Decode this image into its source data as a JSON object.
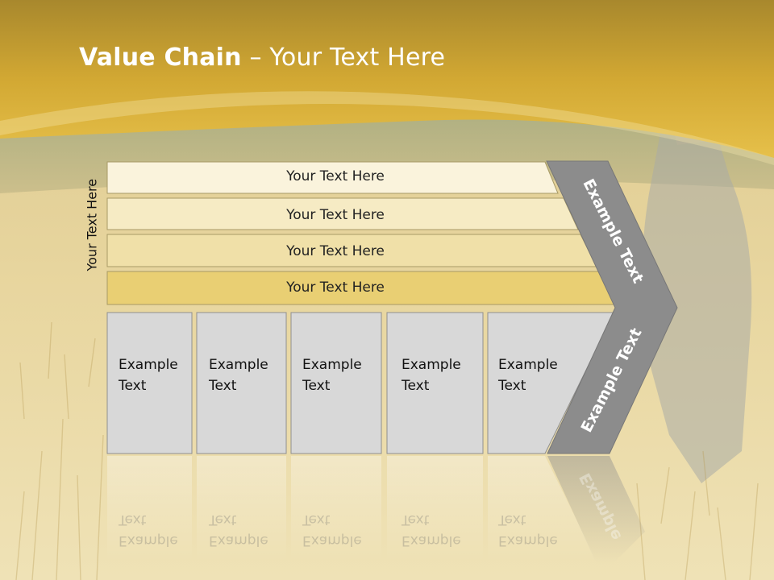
{
  "title": {
    "bold": "Value Chain",
    "rest": " – Your Text Here"
  },
  "side_label": "Your Text Here",
  "bands": [
    {
      "label": "Your Text Here"
    },
    {
      "label": "Your Text Here"
    },
    {
      "label": "Your Text Here"
    },
    {
      "label": "Your Text Here"
    }
  ],
  "boxes": [
    {
      "line1": "Example",
      "line2": "Text"
    },
    {
      "line1": "Example",
      "line2": "Text"
    },
    {
      "line1": "Example",
      "line2": "Text"
    },
    {
      "line1": "Example",
      "line2": "Text"
    },
    {
      "line1": "Example",
      "line2": "Text"
    }
  ],
  "arrow": {
    "upper_label": "Example Text",
    "lower_label": "Example Text",
    "reflection_label": "Example"
  },
  "colors": {
    "header_gold": "#d4a92e",
    "field": "#e6d08a",
    "band1": "#faf3dc",
    "band2": "#f6ebc4",
    "band3": "#f0e0a8",
    "band4": "#e9cf73",
    "box": "#d8d8d8",
    "arrow": "#8c8c8c"
  }
}
